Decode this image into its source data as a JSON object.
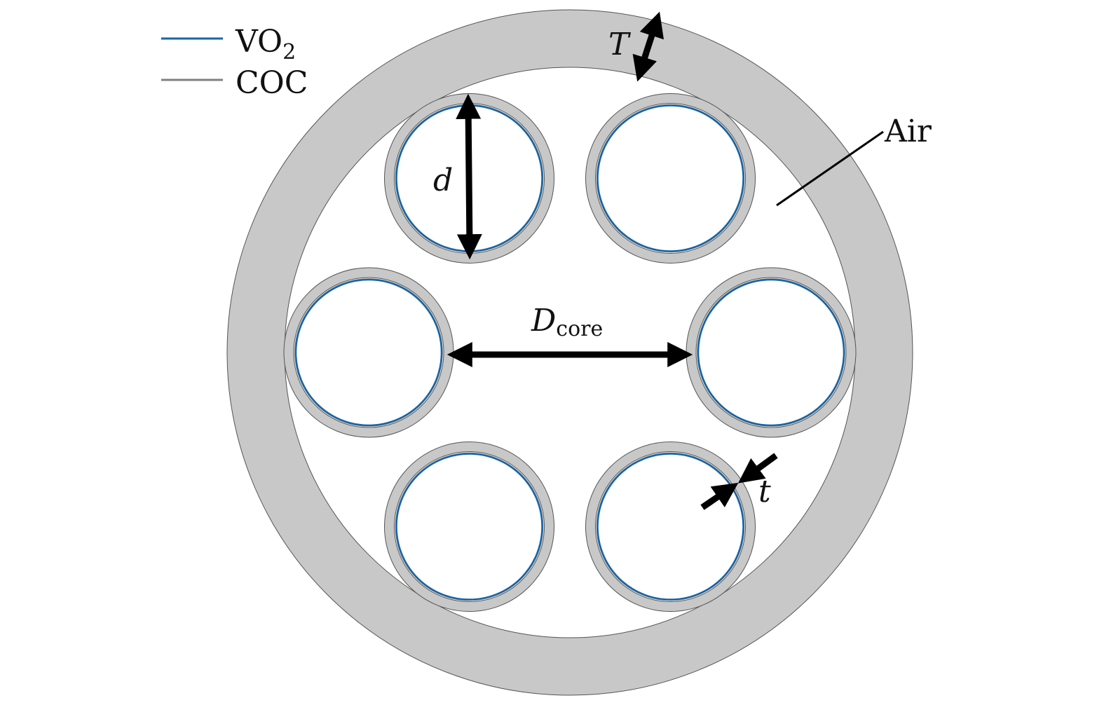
{
  "legend": [
    {
      "label": "VO",
      "sub": "2",
      "color": "#1565a8"
    },
    {
      "label": "COC",
      "color": "#808080"
    }
  ],
  "labels": {
    "outer_thickness": "T",
    "tube_diameter": "d",
    "core_diameter": "D",
    "core_diameter_sub": "core",
    "tube_thickness": "t",
    "air": "Air"
  },
  "colors": {
    "cladding": "#c8c8c8",
    "outline": "#555555",
    "vo2": "#1565a8",
    "coc": "#808080",
    "arrow": "#000000"
  },
  "tube_count": 6
}
